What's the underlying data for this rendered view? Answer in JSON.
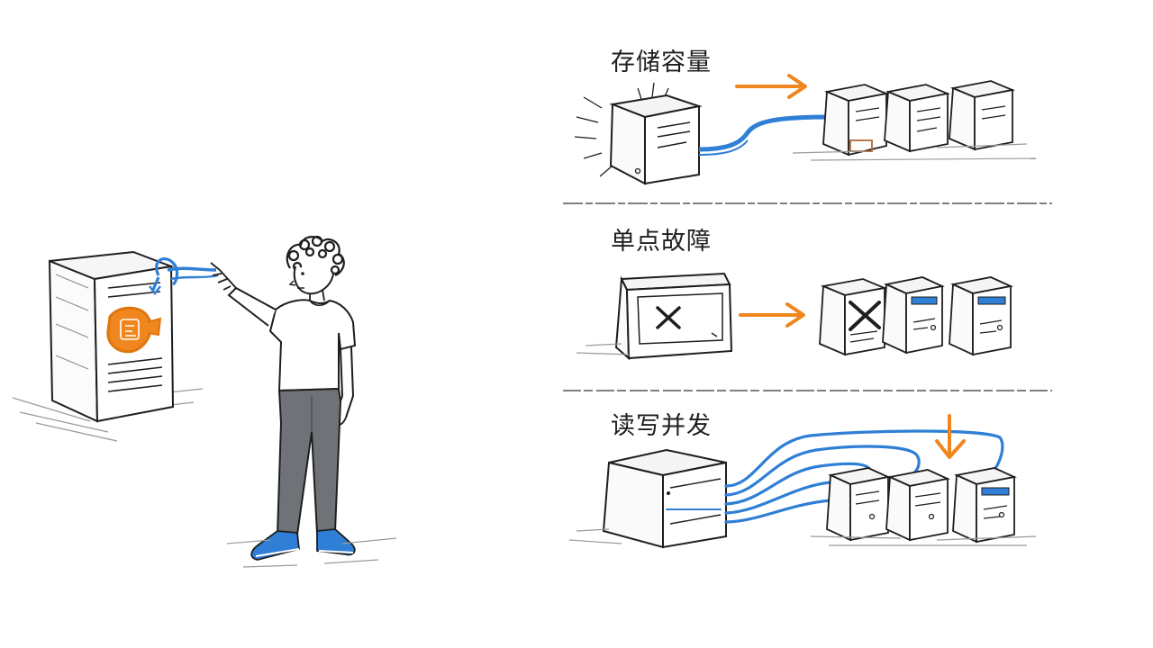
{
  "panels": [
    {
      "id": "storage",
      "title": "存储容量"
    },
    {
      "id": "spof",
      "title": "单点故障"
    },
    {
      "id": "concurrency",
      "title": "读写并发"
    }
  ],
  "colors": {
    "ink": "#1e1e1e",
    "accent_orange": "#f0861e",
    "accent_blue": "#2f7fd6",
    "pants_gray": "#6f7378",
    "floor_gray": "#9a9a9a"
  },
  "icons": {
    "fault_mark": "x-mark-icon",
    "direction": "arrow-right-icon",
    "traffic": "arrow-down-icon",
    "server": "server-icon"
  }
}
